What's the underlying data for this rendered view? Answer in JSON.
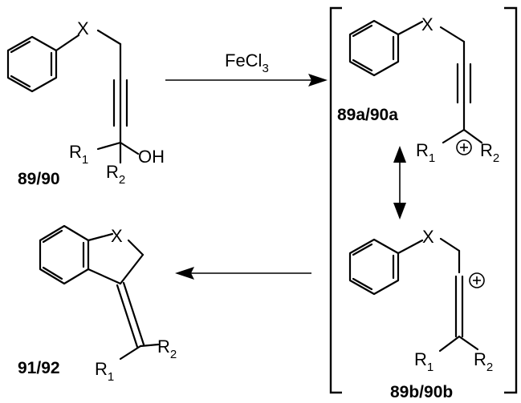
{
  "scheme": {
    "reagent": {
      "main": "FeCl",
      "sub": "3"
    },
    "atoms": {
      "x": "X",
      "r": "R",
      "sub1": "1",
      "sub2": "2",
      "oh": "OH",
      "plus": "+"
    },
    "compounds": {
      "start": "89/90",
      "cation_a": "89a/90a",
      "cation_b": "89b/90b",
      "product": "91/92"
    }
  }
}
